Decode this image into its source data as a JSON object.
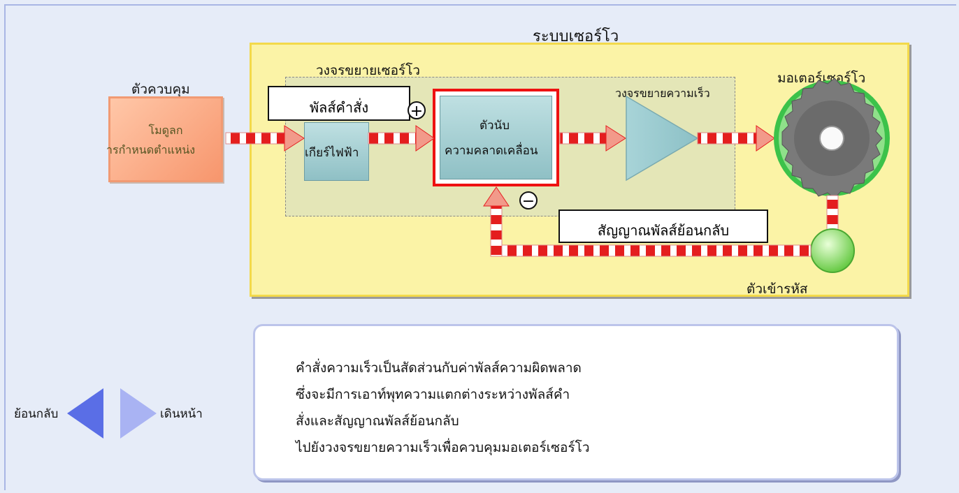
{
  "diagram": {
    "servo_system_title": "ระบบเซอร์โว",
    "servo_amplifier_title": "วงจรขยายเซอร์โว",
    "controller": {
      "title": "ตัวควบคุม",
      "line1": "โมดูลก",
      "line2": "ารกำหนดตำแหน่ง"
    },
    "command_pulse_label": "พัลส์คำสั่ง",
    "electronic_gear_label": "เกียร์ไฟฟ้า",
    "deviation_counter": {
      "line1": "ตัวนับ",
      "line2": "ความคลาดเคลื่อน"
    },
    "plus_sign": "+",
    "minus_sign": "−",
    "speed_amplifier_label": "วงจรขยายความเร็ว",
    "servo_motor_label": "มอเตอร์เซอร์โว",
    "feedback_pulse_label": "สัญญาณพัลส์ย้อนกลับ",
    "encoder_label": "ตัวเข้ารหัส"
  },
  "navigation": {
    "back_label": "ย้อนกลับ",
    "forward_label": "เดินหน้า",
    "arrow_color": "#5a6ee6"
  },
  "info": {
    "lines": [
      "คำสั่งความเร็วเป็นสัดส่วนกับค่าพัลส์ความผิดพลาด",
      "ซึ่งจะมีการเอาท์พุทความแตกต่างระหว่างพัลส์คำ",
      "สั่งและสัญญาณพัลส์ย้อนกลับ",
      "ไปยังวงจรขยายความเร็วเพื่อควบคุมมอเตอร์เซอร์โว"
    ]
  },
  "colors": {
    "servo_box": "#fbf3a6",
    "controller": "#f7966d",
    "counter_border": "#e11111",
    "signal_arrow": "#e41e1e",
    "motor_ring": "#3cc24a"
  }
}
